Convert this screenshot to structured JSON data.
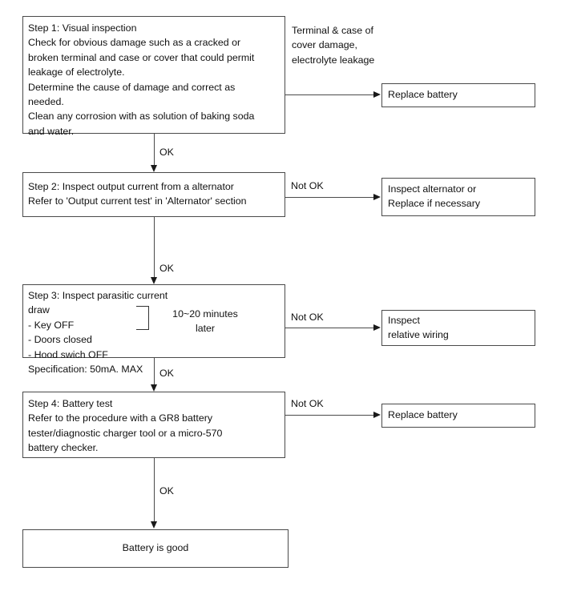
{
  "diagram": {
    "title": "Battery inspection flowchart",
    "steps": [
      {
        "id": "step-1",
        "text": "Step 1: Visual inspection\nCheck for obvious damage such as a cracked or\nbroken terminal and case or cover that could permit\nleakage of electrolyte.\nDetermine the cause of damage and correct as\nneeded.\nClean any corrosion with as solution of baking soda\nand water."
      },
      {
        "id": "step-2",
        "text": "Step 2: Inspect output current from a alternator\nRefer to 'Output current test' in 'Alternator' section"
      },
      {
        "id": "step-3",
        "text": "Step 3: Inspect parasitic current draw\n - Key OFF\n - Doors closed\n - Hood swich OFF\n   Specification: 50mA. MAX"
      },
      {
        "id": "step-4",
        "text": "Step 4: Battery test\nRefer to the procedure with a GR8 battery\ntester/diagnostic charger tool or a micro-570\nbattery checker."
      }
    ],
    "annotations": {
      "step3_bracket_note": "10~20 minutes\nlater",
      "step1_condition": "Terminal  &  case of\ncover damage,\nelectrolyte leakage"
    },
    "outcomes": [
      {
        "id": "outcome-1",
        "text": "Replace battery"
      },
      {
        "id": "outcome-2",
        "text": "Inspect alternator or\nReplace if necessary"
      },
      {
        "id": "outcome-3",
        "text": "Inspect\nrelative wiring"
      },
      {
        "id": "outcome-4",
        "text": "Replace battery"
      }
    ],
    "final": {
      "id": "final-result",
      "text": "Battery is good"
    },
    "edge_labels": {
      "ok": "OK",
      "not_ok": "Not OK"
    },
    "colors": {
      "stroke": "#4a4a4a",
      "text": "#111111",
      "background": "#ffffff"
    }
  }
}
